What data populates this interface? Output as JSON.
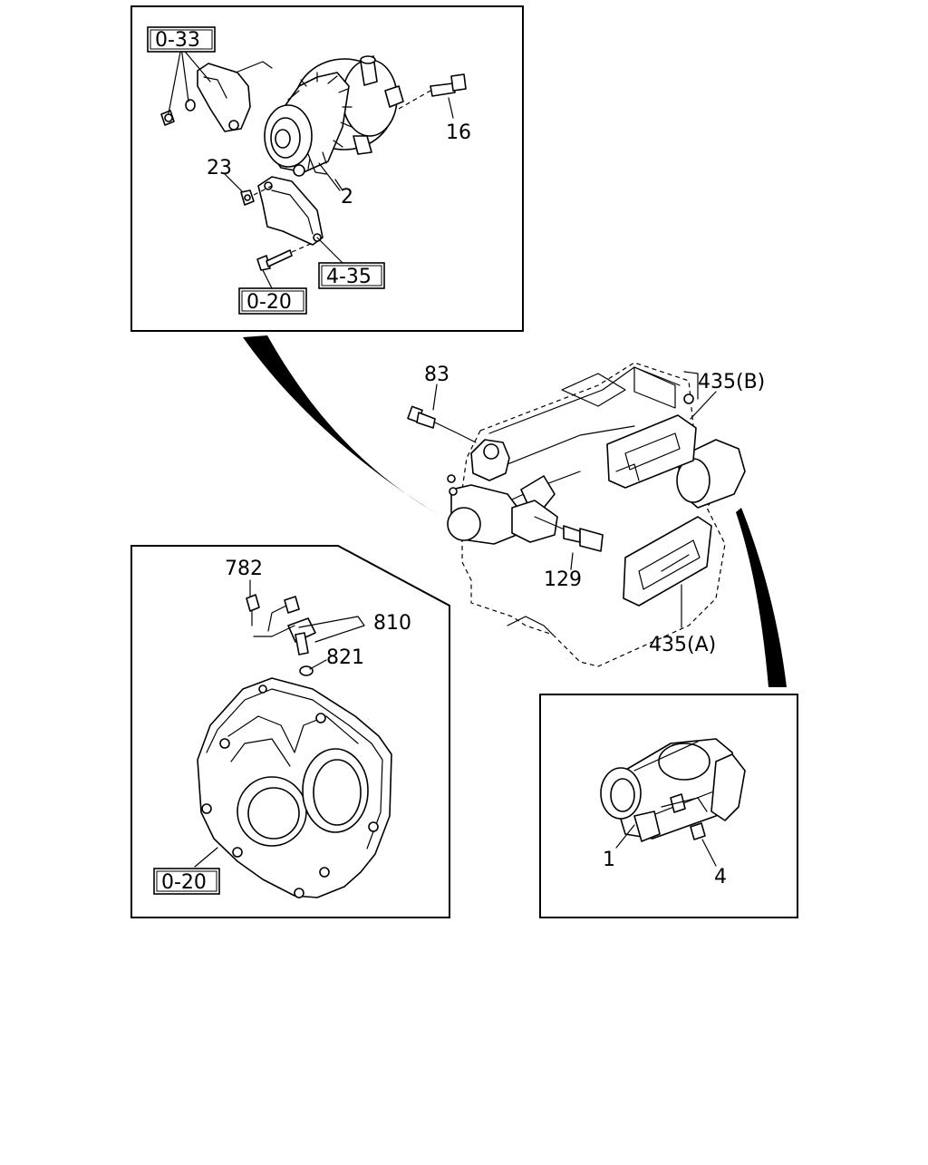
{
  "callouts": {
    "alternator_bolt": "16",
    "alternator": "2",
    "alternator_nut": "23",
    "coolant_sensor_83": "83",
    "sensor_129": "129",
    "heat_shield_b": "435(B)",
    "heat_shield_a": "435(A)",
    "bolt_782": "782",
    "sensor_810": "810",
    "oring_821": "821",
    "starter": "1",
    "starter_bolt": "4"
  },
  "references": {
    "ref_0_33": "0-33",
    "ref_4_35": "4-35",
    "ref_0_20_top": "0-20",
    "ref_0_20_bottom": "0-20"
  }
}
